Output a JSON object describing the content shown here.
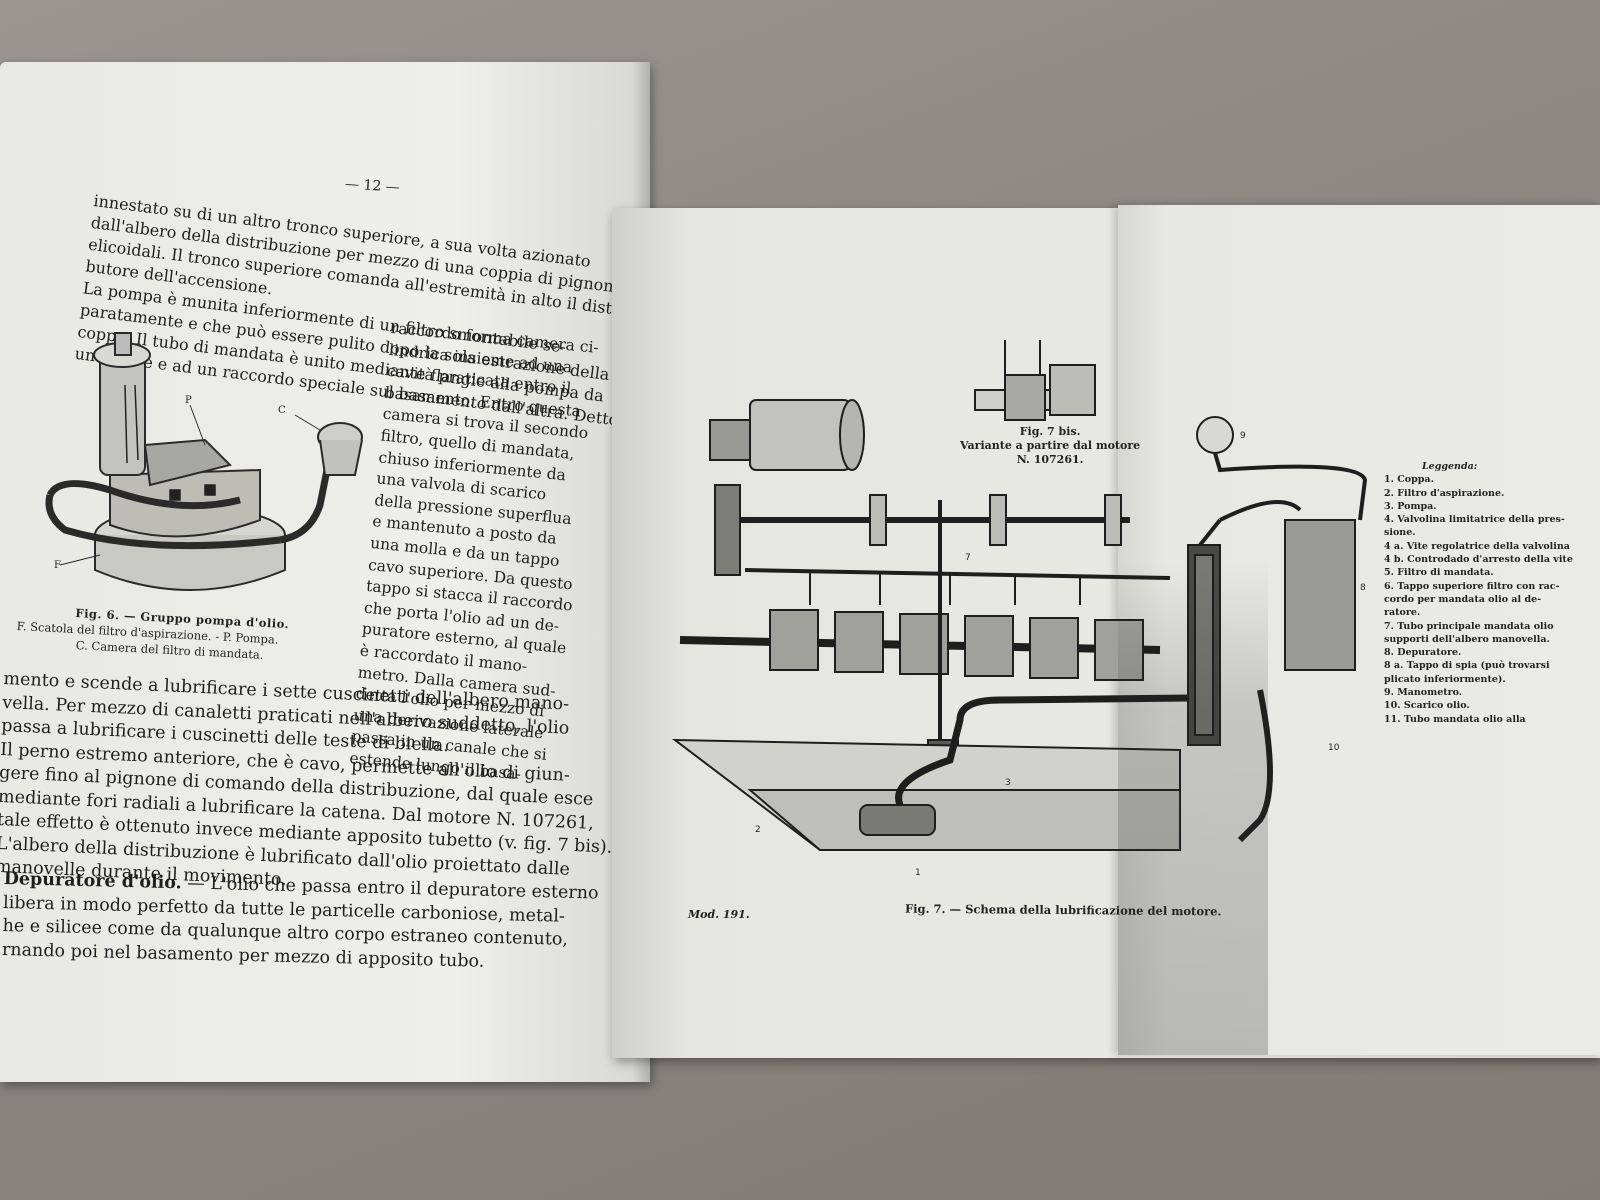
{
  "left_page": {
    "page_number": "— 12 —",
    "top_paragraph": [
      "innestato su di un altro tronco superiore, a sua volta azionato",
      "dall'albero della distribuzione per mezzo di una coppia di pignoni",
      "elicoidali. Il tronco superiore comanda all'estremità in alto il distri-",
      "butore dell'accensione.",
      "   La pompa è munita inferiormente di un filtro smontabile se-",
      "paratamente e che può essere pulito dopo la sola estrazione della",
      "coppa. Il tubo di mandata è unito mediante flangie alla pompa da",
      "una parte e ad un raccordo speciale sul basamento dall'altra. Detto"
    ],
    "right_column": [
      "raccordo forma camera ci-",
      "lindrica insieme ad una",
      "cavità praticata entro il",
      "basamento. Entro questa",
      "camera si trova il secondo",
      "filtro, quello di mandata,",
      "chiuso inferiormente da",
      "una valvola di scarico",
      "della pressione superflua",
      "e mantenuto a posto da",
      "una molla e da un tappo",
      "cavo superiore. Da questo",
      "tappo si stacca il raccordo",
      "che porta l'olio ad un de-",
      "puratore esterno, al quale",
      "è raccordato il mano-",
      "metro. Dalla camera sud-",
      "detta l'olio per mezzo di",
      "una derivazione laterale",
      "passa in un canale che si",
      "estende lungo il basa-"
    ],
    "figure6": {
      "label_p": "P",
      "label_c": "C",
      "label_f": "F",
      "title": "Fig. 6. — Gruppo pompa d'olio.",
      "caption_line1": "F. Scatola del filtro d'aspirazione. - P. Pompa.",
      "caption_line2": "C. Camera del filtro di mandata."
    },
    "bottom_paragraph": [
      "mento e scende a lubrificare i sette cuscinetti dell'albero mano-",
      "vella. Per mezzo di canaletti praticati nell'albero suddetto, l'olio",
      "passa a lubrificare i cuscinetti delle teste di biella.",
      "   Il perno estremo anteriore, che è cavo, permette all'olio di giun-",
      "gere fino al pignone di comando della distribuzione, dal quale esce",
      "mediante fori radiali a lubrificare la catena. Dal motore N. 107261,",
      "tale effetto è ottenuto invece mediante apposito tubetto (v. fig. 7 bis).",
      "   L'albero della distribuzione è lubrificato dall'olio proiettato dalle",
      "manovelle durante il movimento."
    ],
    "depuratore": {
      "heading": "Depuratore d'olio.",
      "lines": [
        " — L'olio che passa entro il depuratore esterno",
        "libera in modo perfetto da tutte le particelle carboniose, metal-",
        "he e silicee come da qualunque altro corpo estraneo contenuto,",
        "rnando poi nel basamento per mezzo di apposito tubo."
      ]
    }
  },
  "right_page": {
    "fig7bis_caption_line1": "Fig. 7 bis.",
    "fig7bis_caption_line2": "Variante a partire dal motore",
    "fig7bis_caption_line3": "N. 107261.",
    "mod_label": "Mod. 191.",
    "fig7_caption": "Fig. 7. — Schema della lubrificazione del motore.",
    "legend_title": "Leggenda:",
    "legend_items": [
      "1. Coppa.",
      "2. Filtro d'aspirazione.",
      "3. Pompa.",
      "4. Valvolina limitatrice della pres-",
      "    sione.",
      "4 a. Vite regolatrice della valvolina",
      "4 b. Controdado d'arresto della vite",
      "5. Filtro di mandata.",
      "6. Tappo superiore filtro con rac-",
      "    cordo per mandata olio al de-",
      "    ratore.",
      "7. Tubo principale mandata olio",
      "    supporti dell'albero manovella.",
      "8. Depuratore.",
      "8 a. Tappo di spia (può trovarsi",
      "    plicato inferiormente).",
      "9. Manometro.",
      "10. Scarico olio.",
      "11. Tubo mandata olio alla"
    ],
    "diagram_labels": {
      "l1": "1",
      "l2": "2",
      "l3": "3",
      "l7": "7",
      "l8": "8",
      "l9": "9",
      "l10": "10"
    }
  }
}
